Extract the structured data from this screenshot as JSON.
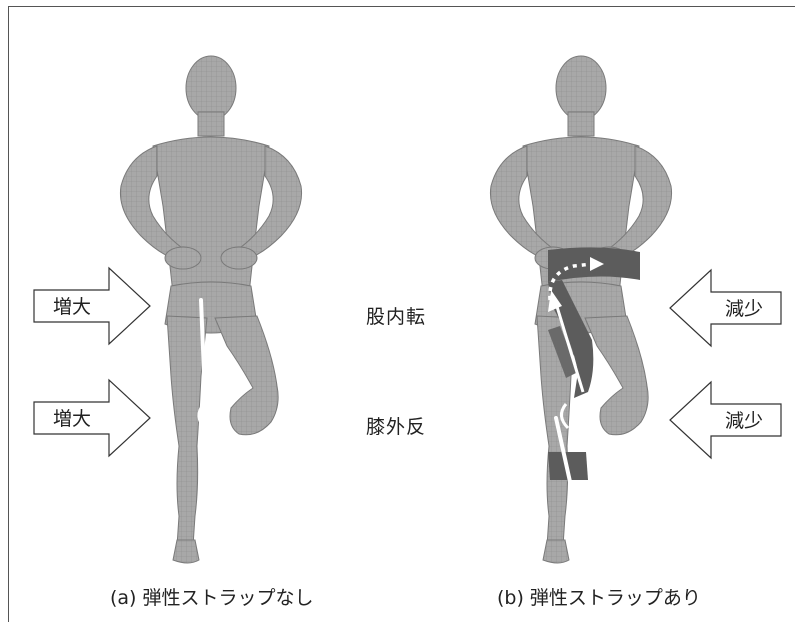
{
  "arrows": {
    "left_top": "増大",
    "left_bottom": "増大",
    "right_top": "減少",
    "right_bottom": "減少"
  },
  "center_labels": {
    "hip": "股内転",
    "knee": "膝外反"
  },
  "captions": {
    "a": "(a) 弾性ストラップなし",
    "b": "(b) 弾性ストラップあり"
  },
  "colors": {
    "body": "#a6a6a6",
    "strap": "#5c5c5c",
    "arrow_fill": "#ffffff",
    "line": "#ffffff"
  }
}
